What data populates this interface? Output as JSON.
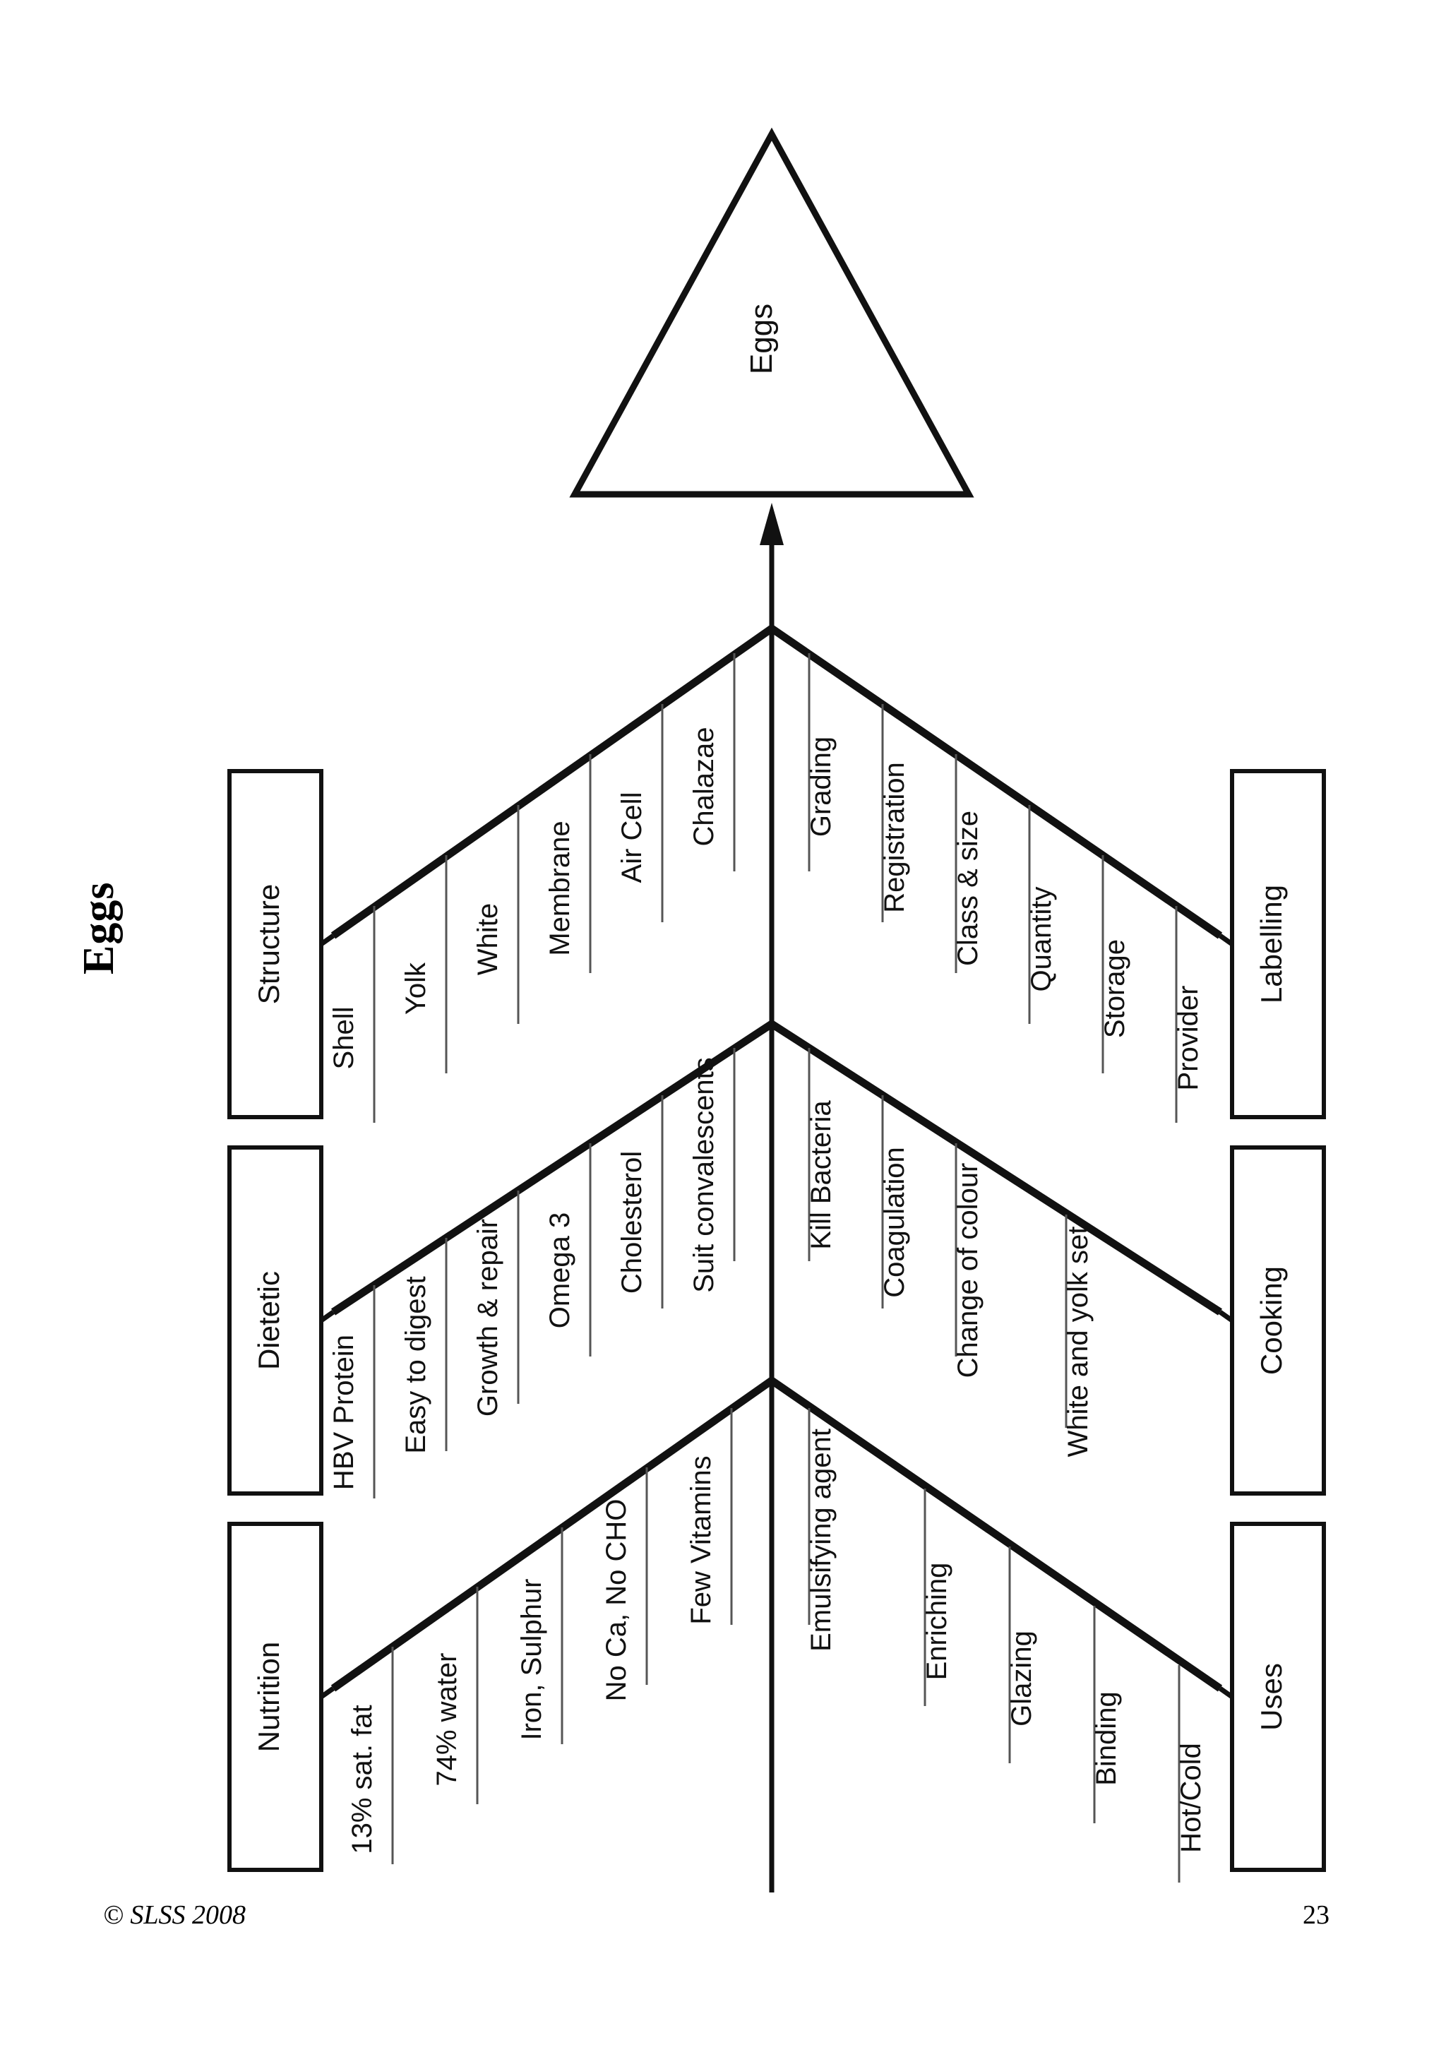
{
  "document": {
    "title": "Eggs",
    "page_number": "23",
    "copyright": "© SLSS 2008"
  },
  "diagram": {
    "type": "fishbone",
    "head_label": "Eggs",
    "orientation": "rotated-90-ccw",
    "categories": [
      {
        "name": "Structure",
        "side": "upper",
        "items": [
          "Shell",
          "Yolk",
          "White",
          "Membrane",
          "Air Cell",
          "Chalazae"
        ]
      },
      {
        "name": "Labelling",
        "side": "lower",
        "items": [
          "Grading",
          "Registration",
          "Class & size",
          "Quantity",
          "Storage",
          "Provider"
        ]
      },
      {
        "name": "Dietetic",
        "side": "upper",
        "items": [
          "HBV Protein",
          "Easy to digest",
          "Growth & repair",
          "Omega 3",
          "Cholesterol",
          "Suit convalescents"
        ]
      },
      {
        "name": "Cooking",
        "side": "lower",
        "items": [
          "Kill Bacteria",
          "Coagulation",
          "Change of colour",
          "White and yolk set"
        ]
      },
      {
        "name": "Nutrition",
        "side": "upper",
        "items": [
          "13% sat. fat",
          "74% water",
          "Iron, Sulphur",
          "No Ca, No CHO",
          "Few Vitamins"
        ]
      },
      {
        "name": "Uses",
        "side": "lower",
        "items": [
          "Emulsifying agent",
          "Enriching",
          "Glazing",
          "Binding",
          "Hot/Cold"
        ]
      }
    ]
  },
  "colors": {
    "ink": "#111111",
    "paper": "#ffffff",
    "whisker": "#555555"
  }
}
